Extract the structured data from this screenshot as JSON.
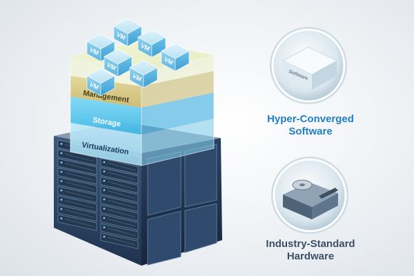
{
  "stack": {
    "vm_label": "VM",
    "layers": {
      "management": "Management",
      "storage": "Storage",
      "virtualization": "Virtualization"
    }
  },
  "software": {
    "box_label": "Software",
    "title_line1": "Hyper-Converged",
    "title_line2": "Software"
  },
  "hardware": {
    "title_line1": "Industry-Standard",
    "title_line2": "Hardware"
  },
  "colors": {
    "accent_blue": "#1f7fc8",
    "dark_text": "#3d4f66",
    "management_layer": "#c8b46a",
    "storage_layer": "#4ec3ea",
    "virtualization_layer": "#9fdcf2"
  }
}
